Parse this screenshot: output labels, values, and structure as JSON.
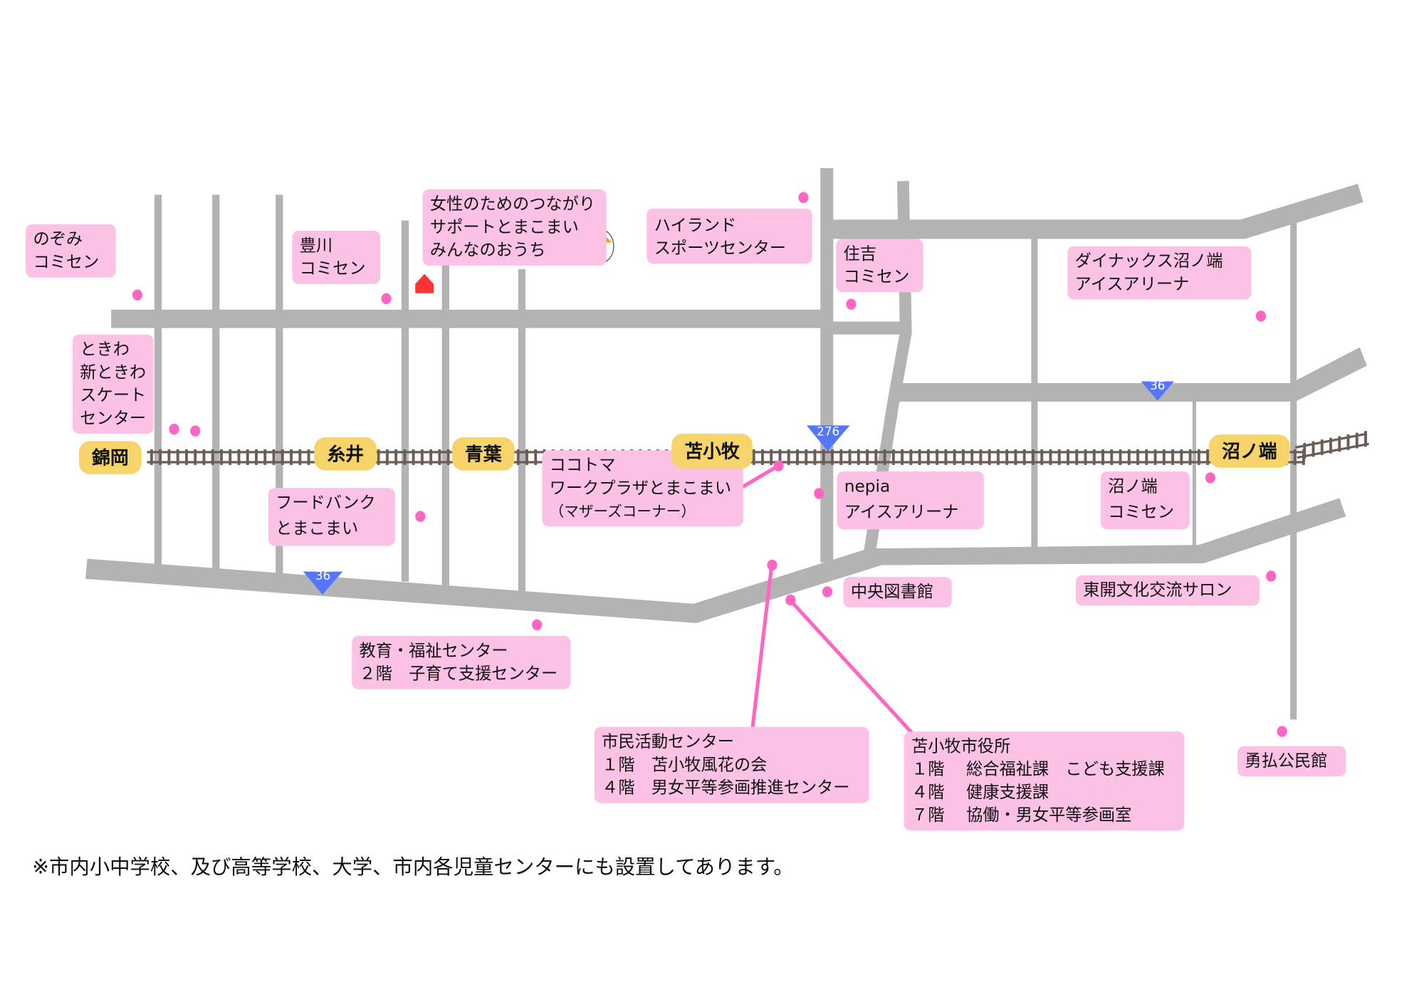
{
  "stations": [
    "錦岡",
    "糸井",
    "青葉",
    "苫小牧",
    "沼ノ端"
  ],
  "routes": [
    "36",
    "276",
    "36"
  ],
  "places": {
    "nozomi": [
      "のぞみ",
      "コミセン"
    ],
    "toyokawa": [
      "豊川",
      "コミセン"
    ],
    "josei": [
      "女性のためのつながり",
      "サポートとまこまい",
      "みんなのおうち"
    ],
    "highland": [
      "ハイランド",
      "スポーツセンター"
    ],
    "sumiyoshi": [
      "住吉",
      "コミセン"
    ],
    "dynax": [
      "ダイナックス沼ノ端",
      "アイスアリーナ"
    ],
    "tokiwa": [
      "ときわ",
      "新ときわ",
      "スケート",
      "センター"
    ],
    "foodbank": [
      "フードバンク",
      "とまこまい"
    ],
    "kokotoma": [
      "ココトマ",
      "ワークプラザとまこまい",
      "（マザーズコーナー）"
    ],
    "nepia": [
      "nepia",
      "アイスアリーナ"
    ],
    "numanohata": [
      "沼ノ端",
      "コミセン"
    ],
    "library": [
      "中央図書館"
    ],
    "toukai": [
      "東開文化交流サロン"
    ],
    "kyoiku": [
      "教育・福祉センター",
      "２階　子育て支援センター"
    ],
    "shimin": [
      "市民活動センター",
      "１階　苫小牧風花の会",
      "４階　男女平等参画推進センター"
    ],
    "shiyakusho": [
      "苫小牧市役所",
      "１階　 総合福祉課　こども支援課",
      "４階　 健康支援課",
      "７階　 協働・男女平等参画室"
    ],
    "yufutsu": [
      "勇払公民館"
    ]
  },
  "note": "※市内小中学校、及び高等学校、大学、市内各児童センターにも設置してあります。",
  "colors": {
    "road": "#b3b3b3",
    "label": "#fcc2e5",
    "station": "#f6d46a",
    "dot": "#ff66c4",
    "route": "#5577ff",
    "rail": "#6b5d55"
  }
}
